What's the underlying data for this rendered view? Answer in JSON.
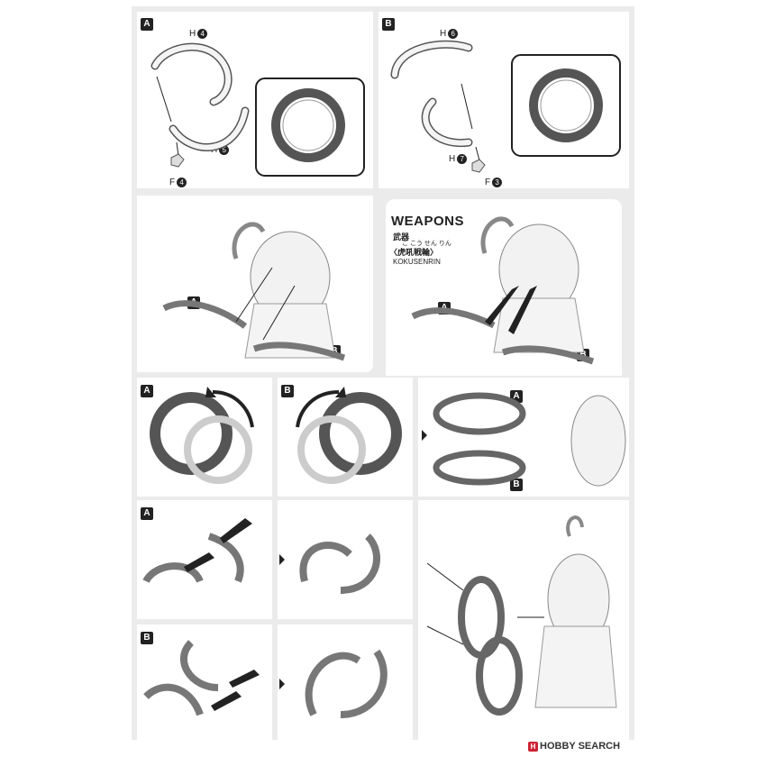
{
  "steps": {
    "top_left": {
      "badge": "A",
      "label_h_top": "H",
      "num_h_top": "4",
      "label_h_bottom": "H",
      "num_h_bottom": "5",
      "label_f": "F",
      "num_f": "4"
    },
    "top_right": {
      "badge": "B",
      "label_h_top": "H",
      "num_h_top": "6",
      "label_h_bottom": "H",
      "num_h_bottom": "7",
      "label_f": "F",
      "num_f": "3"
    },
    "middle_left": {
      "badge_a": "A",
      "badge_b": "B"
    },
    "middle_right": {
      "title": "WEAPONS",
      "kanji_main": "武器",
      "kanji_sub": "〈虎吼戦輪〉",
      "furigana": "こ こう せん りん",
      "romaji": "KOKUSENRIN",
      "badge_a": "A",
      "badge_b": "B"
    },
    "row3": {
      "badge_a": "A",
      "badge_b": "B",
      "badge_right_a": "A",
      "badge_right_b": "B"
    },
    "row4": {
      "badge_a": "A"
    },
    "row5": {
      "badge_b": "B"
    }
  },
  "watermark": {
    "icon": "H",
    "text": "HOBBY SEARCH"
  }
}
